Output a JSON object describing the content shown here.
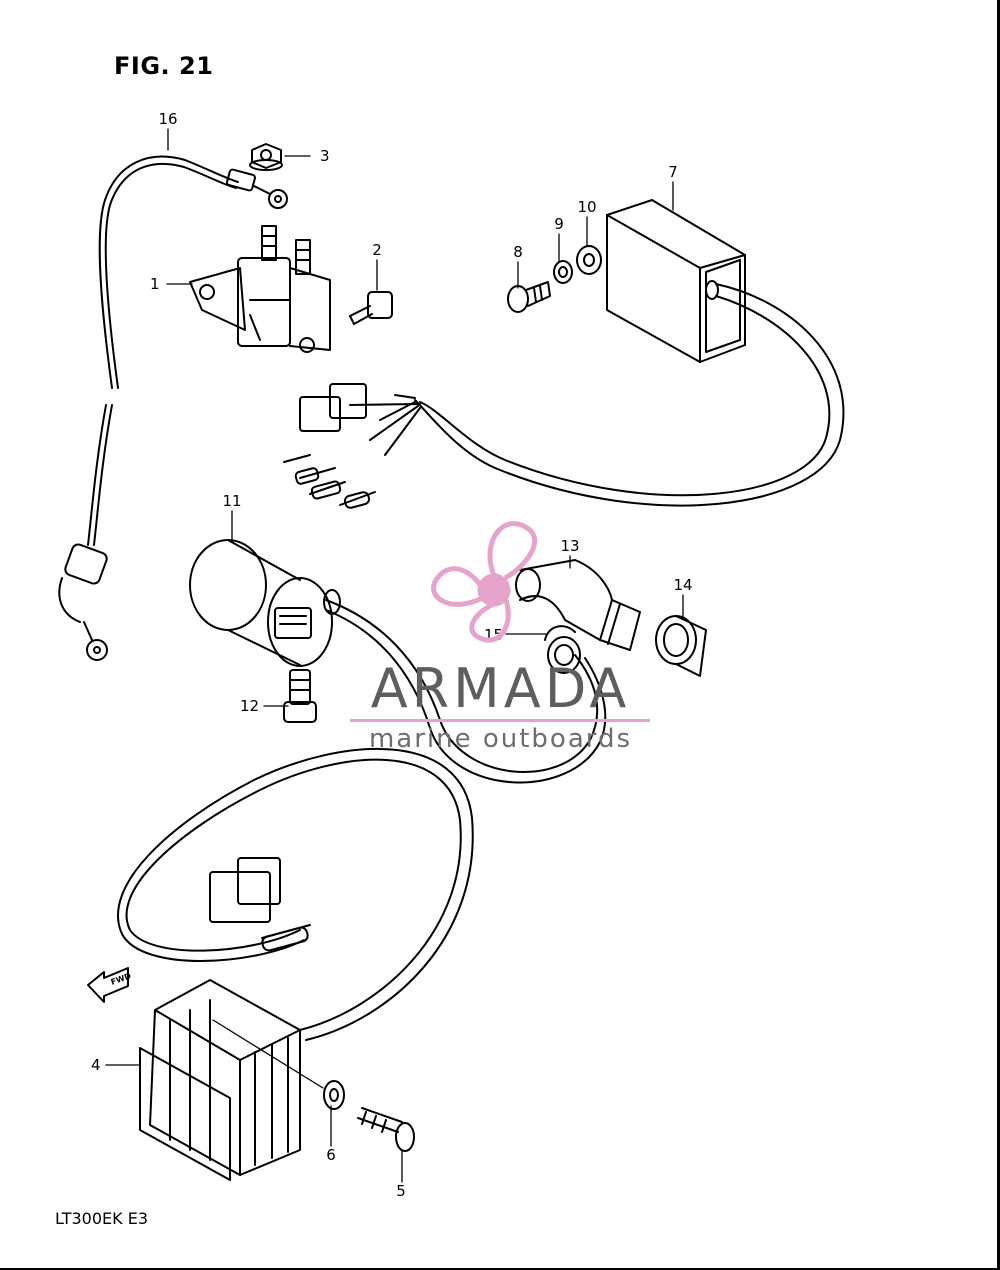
{
  "figure_title": "FIG. 21",
  "model_code": "LT300EK E3",
  "fwd_label": "FWD",
  "watermark": {
    "name": "ARMADA",
    "tagline": "marine outboards",
    "logo": "propeller-icon",
    "accent_color": "#e6a4cc"
  },
  "callouts": [
    {
      "number": "1"
    },
    {
      "number": "2"
    },
    {
      "number": "3"
    },
    {
      "number": "4"
    },
    {
      "number": "5"
    },
    {
      "number": "6"
    },
    {
      "number": "7"
    },
    {
      "number": "8"
    },
    {
      "number": "9"
    },
    {
      "number": "10"
    },
    {
      "number": "11"
    },
    {
      "number": "12"
    },
    {
      "number": "13"
    },
    {
      "number": "14"
    },
    {
      "number": "15"
    },
    {
      "number": "16"
    }
  ]
}
